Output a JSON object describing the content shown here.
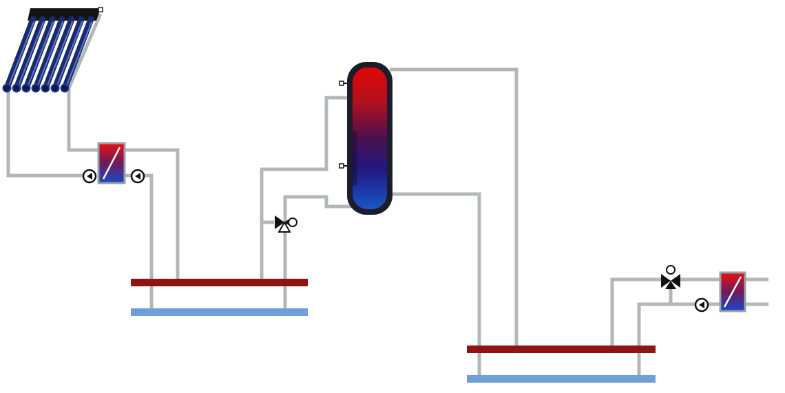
{
  "diagram": {
    "type": "solar thermal heating hydraulic schematic",
    "components": {
      "solar_collector": {
        "icon": "solar-collector-icon",
        "tubes": 7
      },
      "heat_exchangers": [
        {
          "id": "solar-heat-exchanger",
          "icon": "heat-exchanger-icon"
        },
        {
          "id": "load-heat-exchanger",
          "icon": "heat-exchanger-icon"
        }
      ],
      "pumps": [
        {
          "id": "collector-pump",
          "icon": "pump-icon"
        },
        {
          "id": "buffer-charge-pump",
          "icon": "pump-icon"
        },
        {
          "id": "load-pump",
          "icon": "pump-icon"
        }
      ],
      "valves": [
        {
          "id": "buffer-mixing-valve",
          "icon": "three-way-valve-icon"
        },
        {
          "id": "load-mixing-valve",
          "icon": "three-way-valve-icon"
        }
      ],
      "storage_tank": {
        "icon": "storage-tank-icon",
        "sensors": 2
      },
      "manifolds": [
        {
          "id": "left-manifold",
          "pipes": [
            "supply-hot",
            "return-cold"
          ]
        },
        {
          "id": "right-manifold",
          "pipes": [
            "supply-hot",
            "return-cold"
          ]
        }
      ]
    },
    "colors": {
      "pipe": "#b2b8b8",
      "hot_manifold": "#8f1515",
      "cold_manifold": "#6f9fd8",
      "hot": "#e01010",
      "mid": "#5a1050",
      "cold": "#1550c0",
      "tank_shell": "#1c1c2a",
      "symbol": "#111111"
    }
  }
}
